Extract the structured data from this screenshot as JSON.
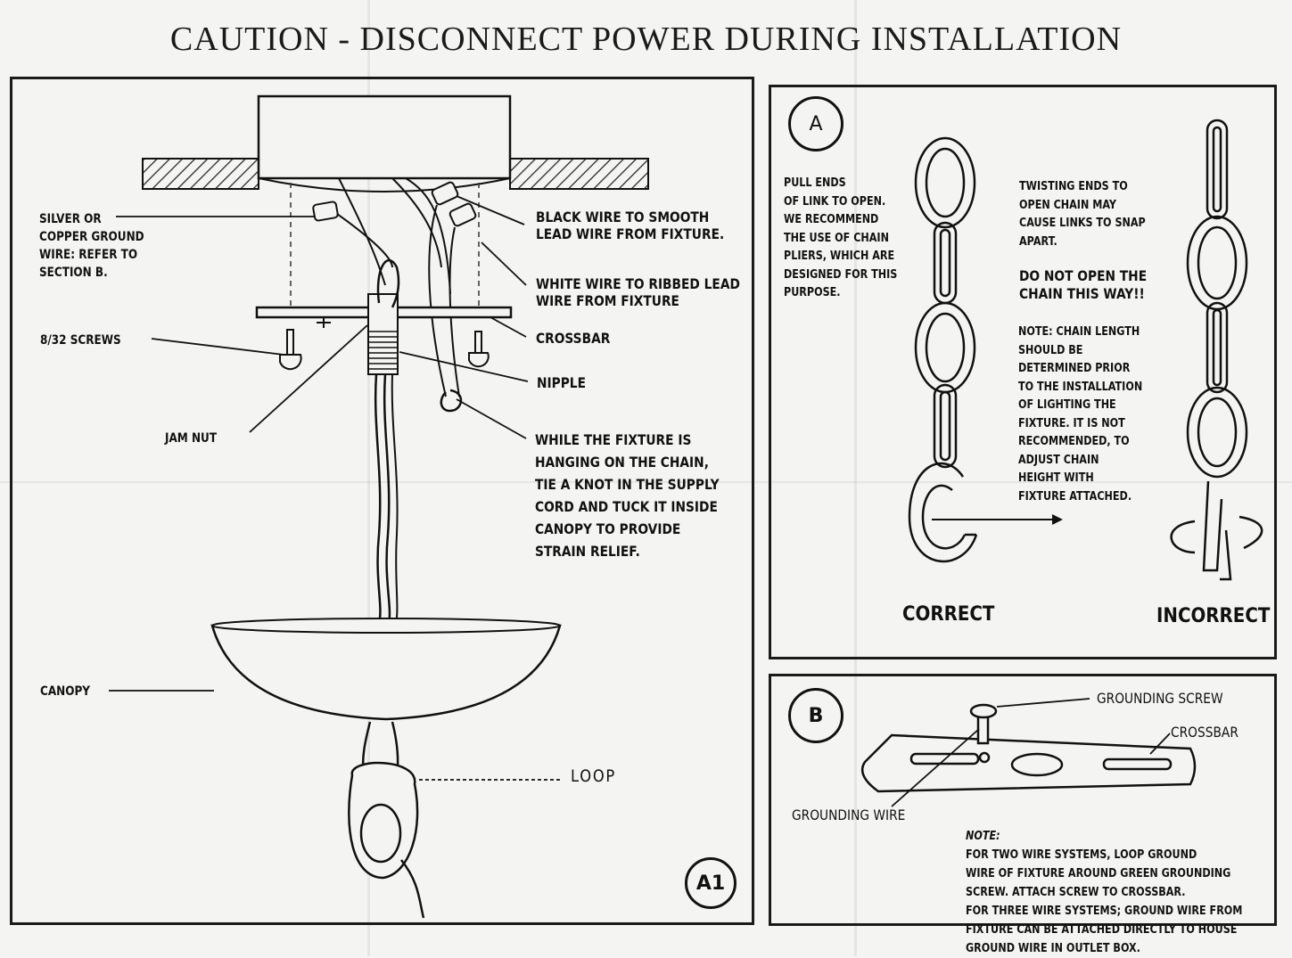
{
  "title": "CAUTION - DISCONNECT POWER DURING INSTALLATION",
  "panel_a1": {
    "badge": "A1",
    "labels": {
      "ground_wire": "SILVER OR\nCOPPER GROUND\nWIRE: REFER TO\nSECTION B.",
      "screws": "8/32 SCREWS",
      "jam_nut": "JAM NUT",
      "canopy": "CANOPY",
      "loop": "LOOP",
      "black_wire": "BLACK WIRE TO SMOOTH\nLEAD WIRE FROM FIXTURE.",
      "white_wire": "WHITE WIRE TO RIBBED LEAD\nWIRE FROM FIXTURE",
      "crossbar": "CROSSBAR",
      "nipple": "NIPPLE",
      "knot_instruction": "WHILE THE FIXTURE IS\nHANGING ON THE CHAIN,\nTIE A KNOT IN THE SUPPLY\nCORD AND TUCK IT INSIDE\nCANOPY TO PROVIDE\nSTRAIN RELIEF."
    }
  },
  "panel_a": {
    "badge": "A",
    "pull_ends": "PULL ENDS\nOF LINK TO OPEN.\nWE RECOMMEND\nTHE USE OF CHAIN\nPLIERS, WHICH ARE\nDESIGNED FOR THIS\nPURPOSE.",
    "twisting": "TWISTING ENDS TO\nOPEN CHAIN MAY\nCAUSE LINKS TO SNAP\nAPART.",
    "do_not_open": "DO NOT OPEN THE\nCHAIN THIS WAY!!",
    "note": "NOTE: CHAIN LENGTH\nSHOULD BE\nDETERMINED PRIOR\nTO THE INSTALLATION\nOF LIGHTING THE\nFIXTURE. IT IS NOT\nRECOMMENDED, TO\nADJUST  CHAIN\nHEIGHT WITH\nFIXTURE ATTACHED.",
    "correct": "CORRECT",
    "incorrect": "INCORRECT"
  },
  "panel_b": {
    "badge": "B",
    "grounding_screw": "GROUNDING SCREW",
    "crossbar": "CROSSBAR",
    "grounding_wire": "GROUNDING WIRE",
    "note_prefix": "NOTE:",
    "note": "FOR TWO WIRE SYSTEMS, LOOP GROUND\nWIRE OF FIXTURE AROUND GREEN GROUNDING\nSCREW. ATTACH SCREW TO CROSSBAR.\nFOR THREE WIRE SYSTEMS; GROUND WIRE FROM\nFIXTURE CAN BE ATTACHED DIRECTLY TO HOUSE\nGROUND WIRE IN OUTLET BOX."
  }
}
